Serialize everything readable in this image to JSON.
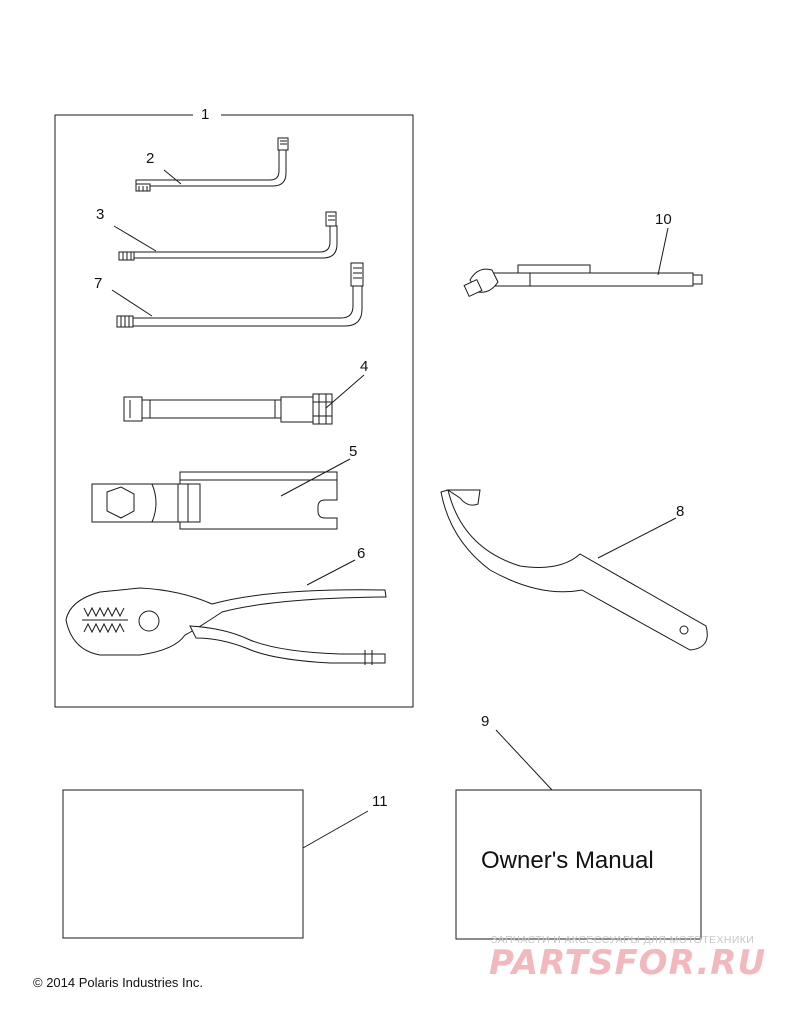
{
  "callouts": {
    "c1": "1",
    "c2": "2",
    "c3": "3",
    "c4": "4",
    "c5": "5",
    "c6": "6",
    "c7": "7",
    "c8": "8",
    "c9": "9",
    "c10": "10",
    "c11": "11"
  },
  "manual_box": {
    "label": "Owner's Manual"
  },
  "footer": {
    "copyright": "© 2014 Polaris Industries Inc."
  },
  "watermark": {
    "tagline": "ЗАПЧАСТИ И АКСЕССУАРЫ ДЛЯ МОТОТЕХНИКИ",
    "brand": "PARTSFOR.RU",
    "color": "#f2b8bd"
  }
}
